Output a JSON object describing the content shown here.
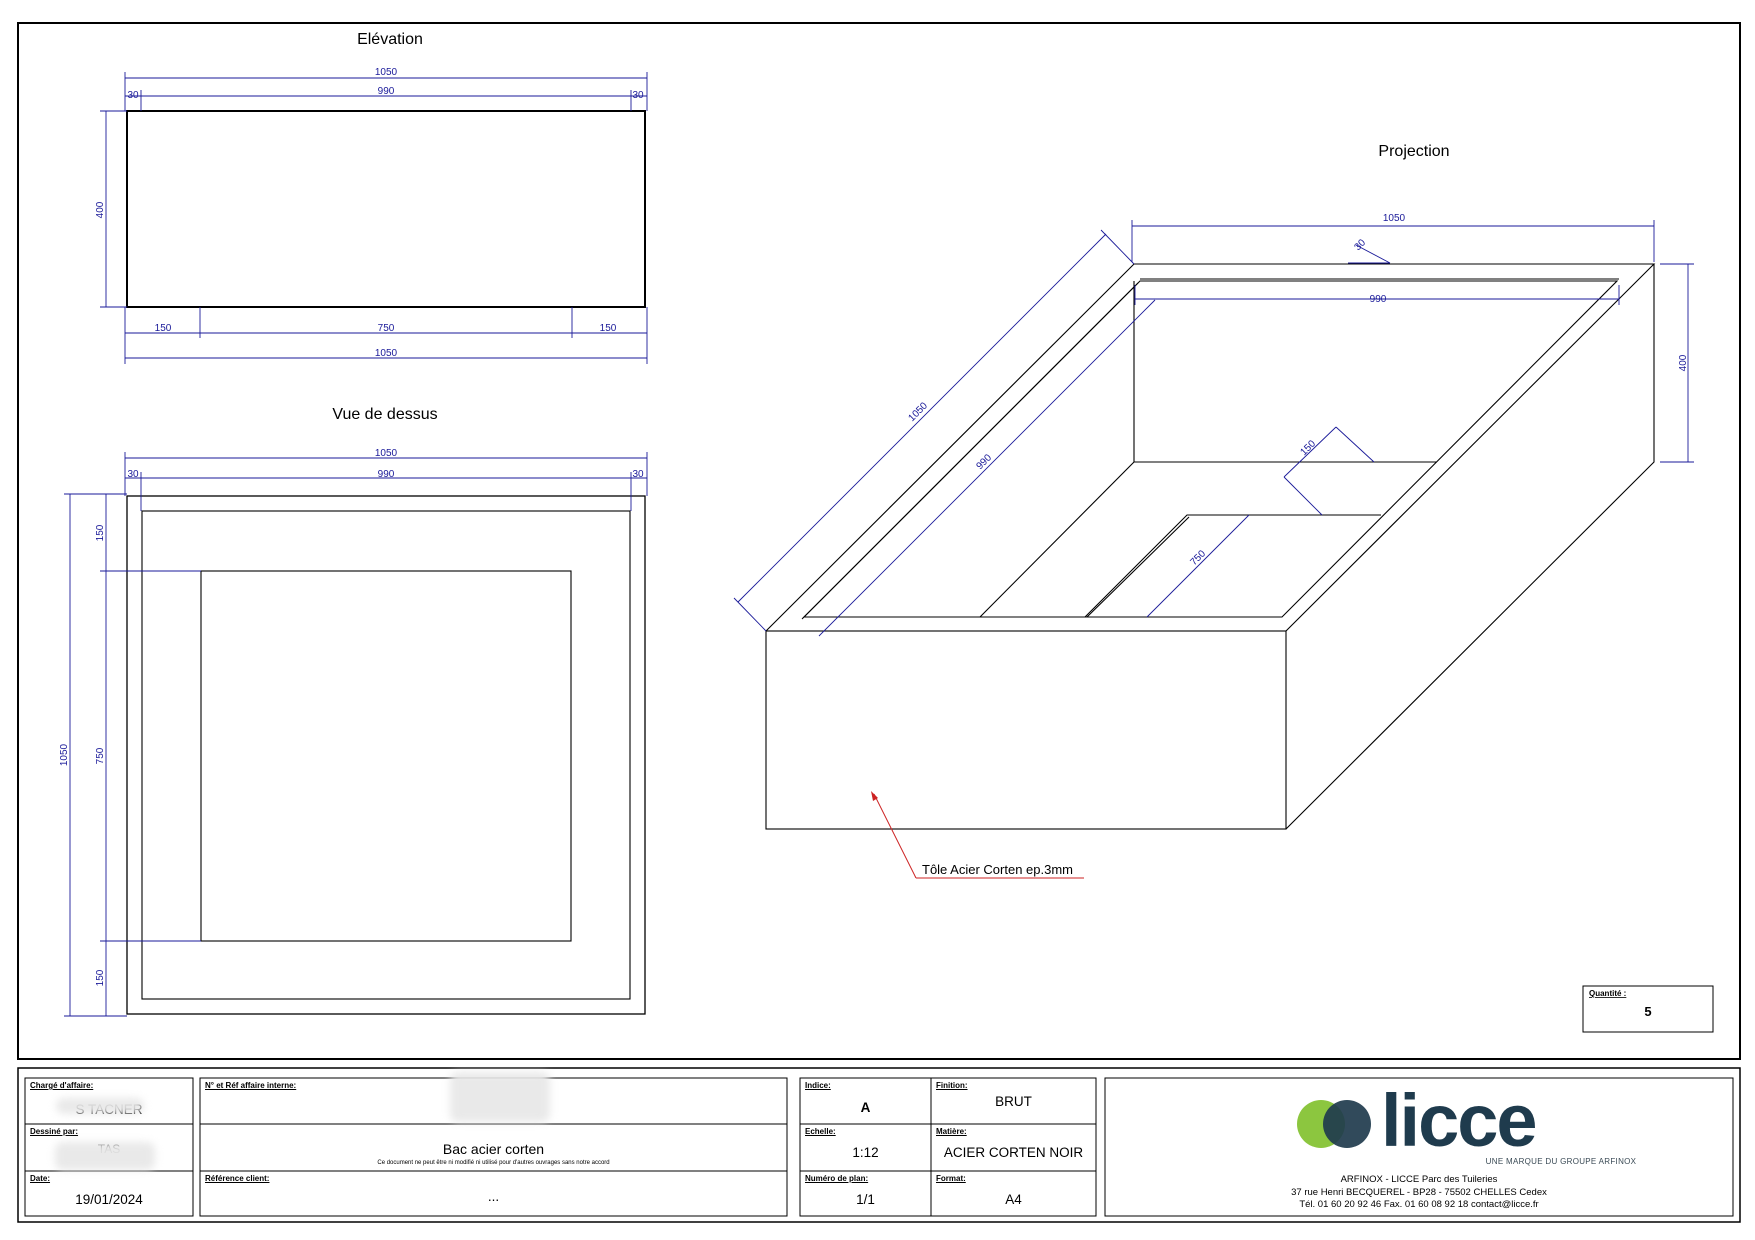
{
  "views": {
    "elevation_title": "Elévation",
    "top_title": "Vue de dessus",
    "projection_title": "Projection"
  },
  "dimensions": {
    "overall": "1050",
    "inner": "990",
    "wall": "30",
    "height": "400",
    "side": "150",
    "middle": "750"
  },
  "annotation": {
    "material_note": "Tôle Acier Corten ep.3mm"
  },
  "quantity": {
    "label": "Quantité :",
    "value": "5"
  },
  "title_block": {
    "charge_label": "Chargé d'affaire:",
    "charge_value": "S TACNER",
    "dessine_label": "Dessiné par:",
    "dessine_value": "TAS",
    "date_label": "Date:",
    "date_value": "19/01/2024",
    "affaire_label": "N° et Réf affaire interne:",
    "designation": "Bac acier corten",
    "disclaimer": "Ce document ne peut être ni modifié ni utilisé pour d'autres ouvrages sans notre accord",
    "ref_client_label": "Référence client:",
    "ref_client_value": "...",
    "indice_label": "Indice:",
    "indice_value": "A",
    "echelle_label": "Echelle:",
    "echelle_value": "1:12",
    "plan_label": "Numéro de plan:",
    "plan_value": "1/1",
    "finition_label": "Finition:",
    "finition_value": "BRUT",
    "matiere_label": "Matière:",
    "matiere_value": "ACIER CORTEN NOIR",
    "format_label": "Format:",
    "format_value": "A4"
  },
  "company": {
    "logo_text": "licce",
    "tagline": "UNE MARQUE DU GROUPE ARFINOX",
    "line1": "ARFINOX - LICCE   Parc des Tuileries",
    "line2": "37 rue Henri BECQUEREL - BP28 - 75502 CHELLES Cedex",
    "line3": "Tél. 01 60 20 92 46    Fax. 01 60 08 92 18    contact@licce.fr",
    "colors": {
      "green": "#8cc63f",
      "dark": "#1f3b4d",
      "text": "#3a4a55"
    }
  }
}
